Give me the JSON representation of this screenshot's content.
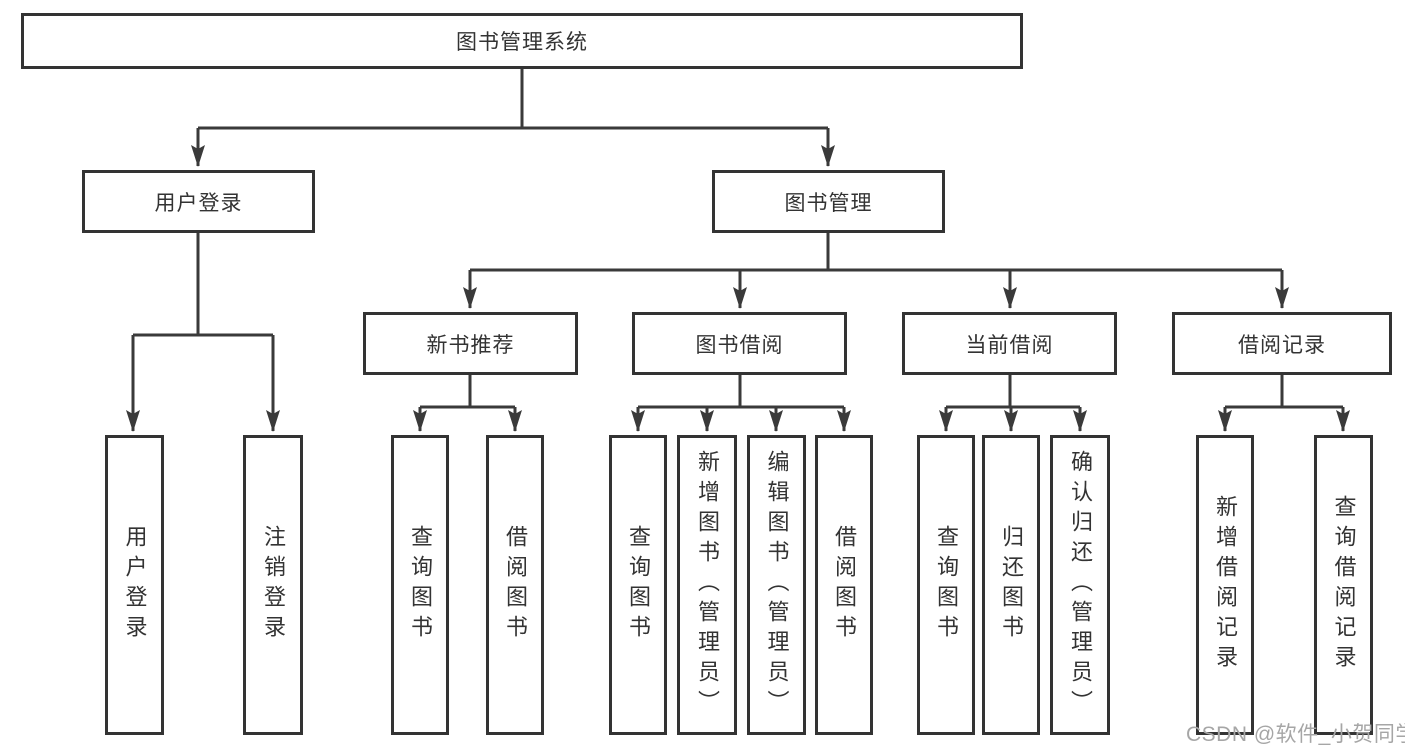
{
  "title": "图书管理系统",
  "watermark": {
    "text": "CSDN @软件_小贺同学"
  },
  "colors": {
    "line": "#3a3a3a",
    "box_border": "#333333",
    "text": "#333333",
    "watermark_text": "#a6a6a6",
    "background": "#ffffff"
  },
  "tree": {
    "label": "图书管理系统",
    "children": [
      {
        "label": "用户登录",
        "children": [
          {
            "label": "用户登录"
          },
          {
            "label": "注销登录"
          }
        ]
      },
      {
        "label": "图书管理",
        "children": [
          {
            "label": "新书推荐",
            "children": [
              {
                "label": "查询图书"
              },
              {
                "label": "借阅图书"
              }
            ]
          },
          {
            "label": "图书借阅",
            "children": [
              {
                "label": "查询图书"
              },
              {
                "label": "新增图书（管理员）"
              },
              {
                "label": "编辑图书（管理员）"
              },
              {
                "label": "借阅图书"
              }
            ]
          },
          {
            "label": "当前借阅",
            "children": [
              {
                "label": "查询图书"
              },
              {
                "label": "归还图书"
              },
              {
                "label": "确认归还（管理员）"
              }
            ]
          },
          {
            "label": "借阅记录",
            "children": [
              {
                "label": "新增借阅记录"
              },
              {
                "label": "查询借阅记录"
              }
            ]
          }
        ]
      }
    ]
  }
}
